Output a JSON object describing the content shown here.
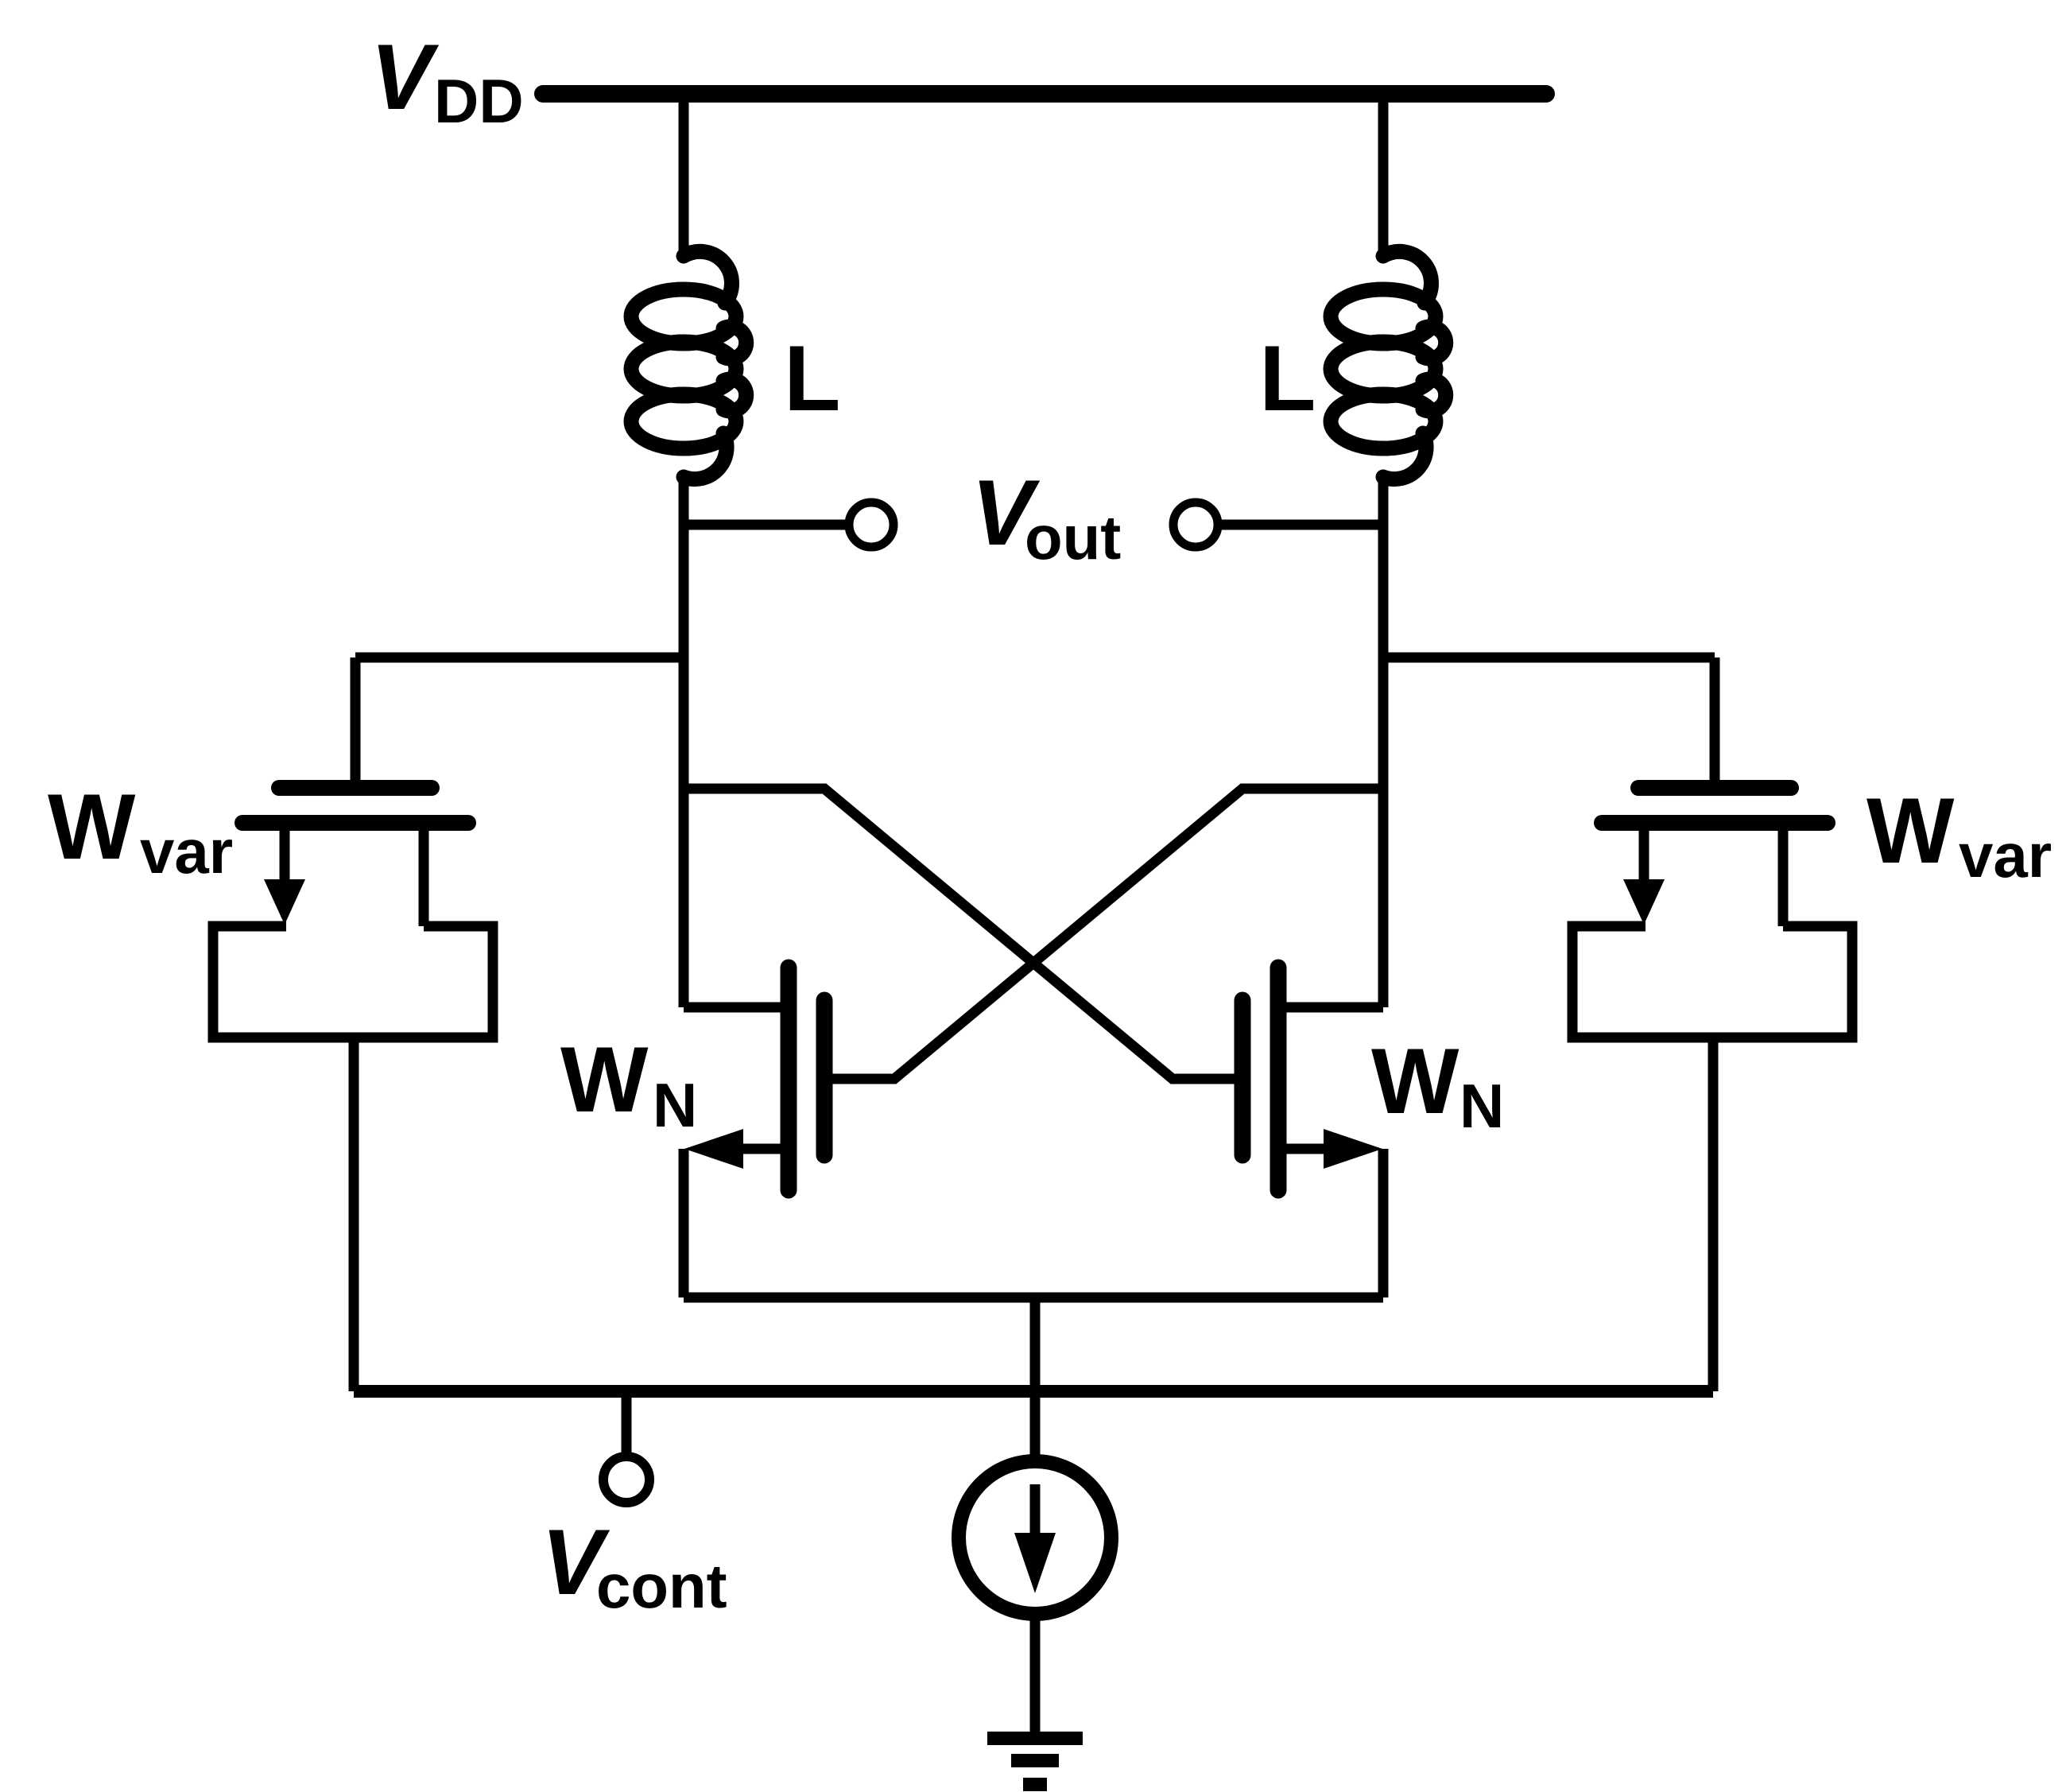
{
  "colors": {
    "ink": "#000000",
    "background": "#ffffff"
  },
  "labels": {
    "vdd": {
      "main": "V",
      "sub": "DD"
    },
    "vout": {
      "main": "V",
      "sub": "out"
    },
    "vcont": {
      "main": "V",
      "sub": "cont"
    },
    "inductor_left": {
      "main": "L"
    },
    "inductor_right": {
      "main": "L"
    },
    "varactor_left": {
      "main": "W",
      "sub": "var"
    },
    "varactor_right": {
      "main": "W",
      "sub": "var"
    },
    "nmos_left": {
      "main": "W",
      "sub": "N"
    },
    "nmos_right": {
      "main": "W",
      "sub": "N"
    }
  }
}
